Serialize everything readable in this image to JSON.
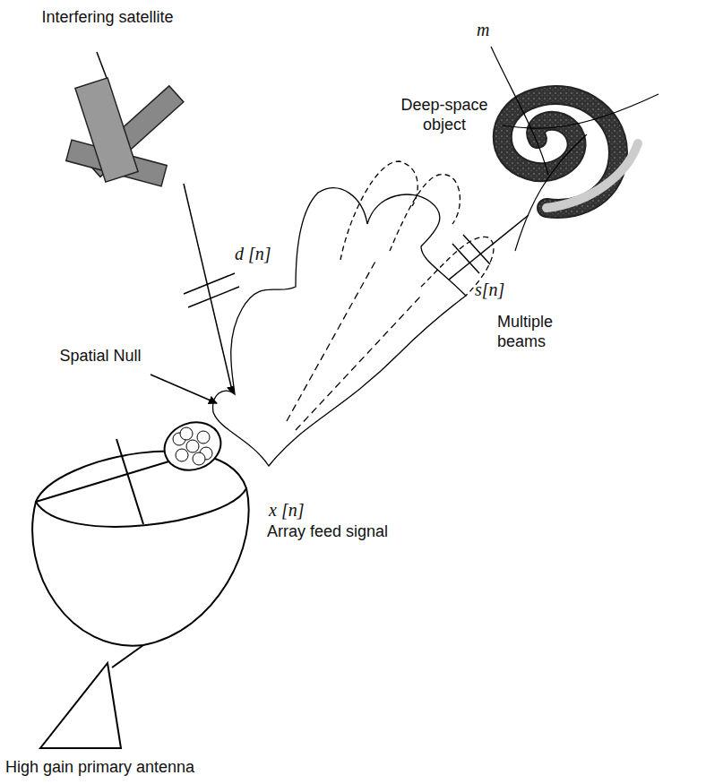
{
  "diagram": {
    "labels": [
      "Interfering satellite",
      "m",
      "Deep-space object",
      "d [n]",
      "s[n]",
      "Spatial Null",
      "Multiple beams",
      "x [n]",
      "Array feed signal",
      "High gain primary antenna"
    ]
  }
}
